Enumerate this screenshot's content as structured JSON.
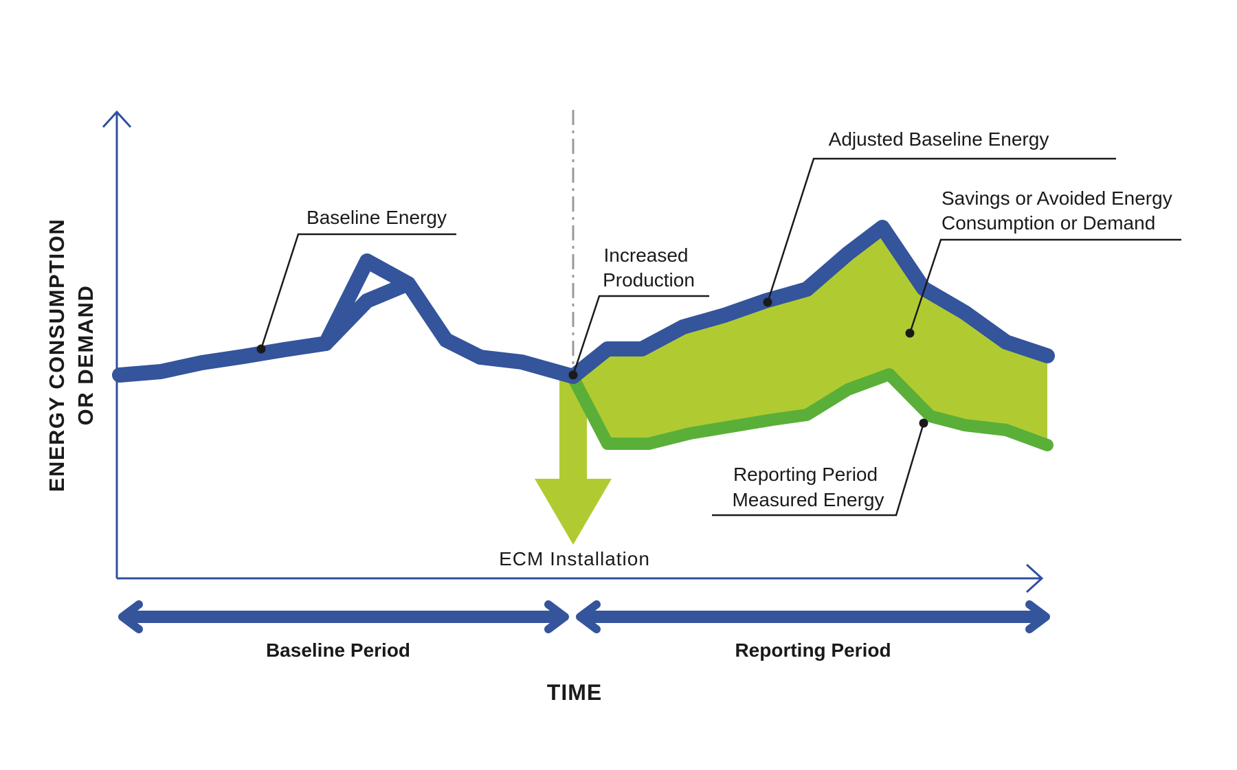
{
  "labels": {
    "y_axis_line1": "ENERGY CONSUMPTION",
    "y_axis_line2": "OR DEMAND",
    "x_axis": "TIME",
    "baseline_energy": "Baseline Energy",
    "adjusted_baseline_energy": "Adjusted Baseline Energy",
    "savings_line1": "Savings or Avoided Energy",
    "savings_line2": "Consumption or Demand",
    "increased_line1": "Increased",
    "increased_line2": "Production",
    "measured_line1": "Reporting Period",
    "measured_line2": "Measured Energy",
    "ecm_installation": "ECM Installation",
    "baseline_period": "Baseline Period",
    "reporting_period": "Reporting Period"
  },
  "colors": {
    "axis": "#2f4f9c",
    "baseline_line": "#34549c",
    "measured_line": "#5aaf38",
    "savings_fill": "#b0cb32",
    "ecm_arrow": "#b0cb32",
    "period_arrow": "#34549c",
    "divider": "#9a9a9a",
    "text": "#1a1a1a"
  }
}
